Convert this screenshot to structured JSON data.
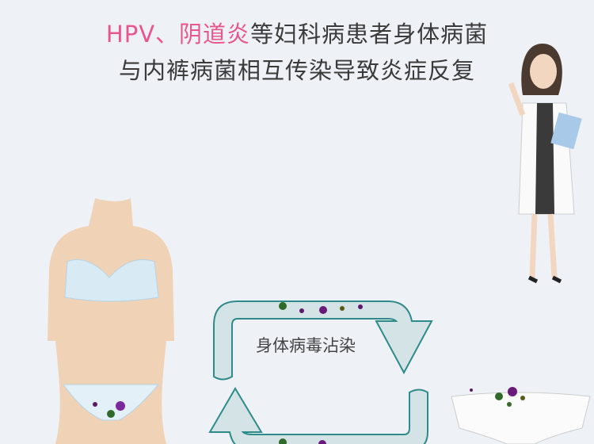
{
  "headline": {
    "line1_highlight": "HPV、阴道炎",
    "line1_rest": "等妇科病患者身体病菌",
    "line2": "与内裤病菌相互传染导致炎症反复"
  },
  "cycle": {
    "label": "身体病毒沾染"
  },
  "colors": {
    "background": "#eef2f6",
    "highlight": "#e8558f",
    "arrow_fill": "#d4e3e6",
    "arrow_stroke": "#2f8a8a"
  }
}
